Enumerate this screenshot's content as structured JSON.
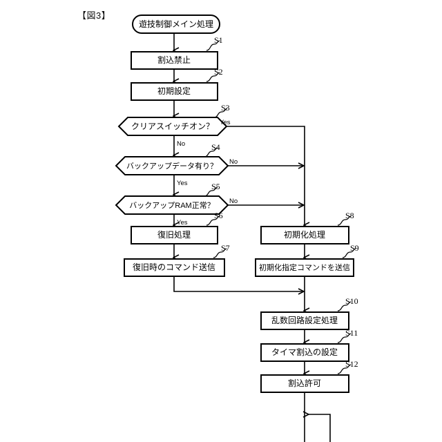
{
  "figure": {
    "label": "【図3】",
    "title": "遊技制御メイン処理"
  },
  "nodes": {
    "start": {
      "text": "遊技制御メイン処理",
      "shape": "terminator"
    },
    "s1": {
      "step": "S1",
      "text": "割込禁止",
      "shape": "process"
    },
    "s2": {
      "step": "S2",
      "text": "初期設定",
      "shape": "process"
    },
    "s3": {
      "step": "S3",
      "text": "クリアスイッチオン？",
      "shape": "decision"
    },
    "s4": {
      "step": "S4",
      "text": "バックアップデータ有り？",
      "shape": "decision"
    },
    "s5": {
      "step": "S5",
      "text": "バックアップRAM正常？",
      "shape": "decision"
    },
    "s6": {
      "step": "S6",
      "text": "復旧処理",
      "shape": "process"
    },
    "s7": {
      "step": "S7",
      "text": "復旧時のコマンド送信",
      "shape": "process"
    },
    "s8": {
      "step": "S8",
      "text": "初期化処理",
      "shape": "process"
    },
    "s9": {
      "step": "S9",
      "text": "初期化指定コマンドを送信",
      "shape": "process"
    },
    "s10": {
      "step": "S10",
      "text": "乱数回路設定処理",
      "shape": "process"
    },
    "s11": {
      "step": "S11",
      "text": "タイマ割込の設定",
      "shape": "process"
    },
    "s12": {
      "step": "S12",
      "text": "割込許可",
      "shape": "process"
    }
  },
  "branches": {
    "s3_yes": "Yes",
    "s3_no": "No",
    "s4_no": "No",
    "s4_yes": "Yes",
    "s5_no": "No",
    "s5_yes": "Yes"
  },
  "colors": {
    "stroke": "#000000",
    "fill": "#ffffff",
    "text": "#000000",
    "background": "#ffffff"
  }
}
